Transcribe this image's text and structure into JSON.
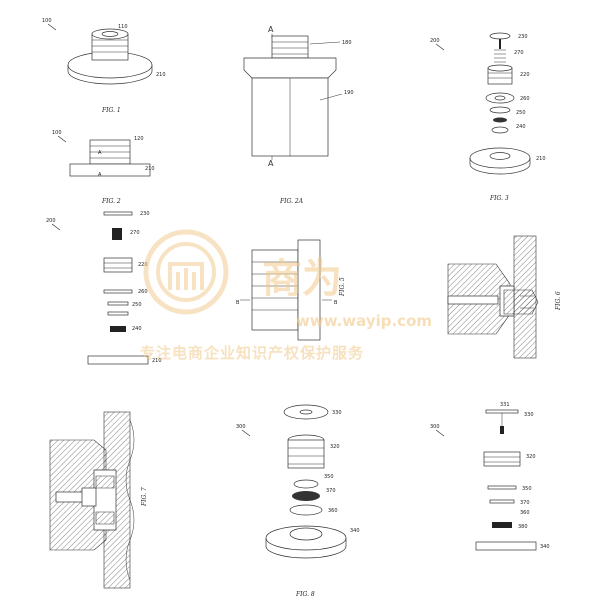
{
  "figures": {
    "fig1": {
      "caption": "FIG. 1",
      "ref": "100",
      "labels": [
        "110",
        "210"
      ]
    },
    "fig2": {
      "caption": "FIG. 2",
      "ref": "100",
      "labels": [
        "120",
        "210",
        "A",
        "A"
      ]
    },
    "fig2a": {
      "caption": "FIG. 2A",
      "labels": [
        "A",
        "A",
        "180",
        "190"
      ]
    },
    "fig3": {
      "caption": "FIG. 3",
      "ref": "200",
      "labels": [
        "230",
        "270",
        "220",
        "260",
        "250",
        "240",
        "210"
      ]
    },
    "fig4": {
      "ref": "200",
      "labels": [
        "230",
        "270",
        "220",
        "260",
        "250",
        "240",
        "210"
      ]
    },
    "fig5": {
      "caption": "FIG. 5",
      "labels": [
        "B",
        "B"
      ]
    },
    "fig6": {
      "caption": "FIG. 6"
    },
    "fig7": {
      "caption": "FIG. 7"
    },
    "fig8": {
      "caption": "FIG. 8",
      "ref": "300",
      "labels": [
        "330",
        "320",
        "350",
        "370",
        "360",
        "340"
      ]
    },
    "fig9": {
      "ref": "300",
      "labels": [
        "331",
        "330",
        "320",
        "350",
        "370",
        "360",
        "380",
        "340"
      ]
    }
  },
  "watermark": {
    "big": "商为",
    "url": "www.wayip.com",
    "cn": "专注电商企业知识产权保护服务"
  }
}
